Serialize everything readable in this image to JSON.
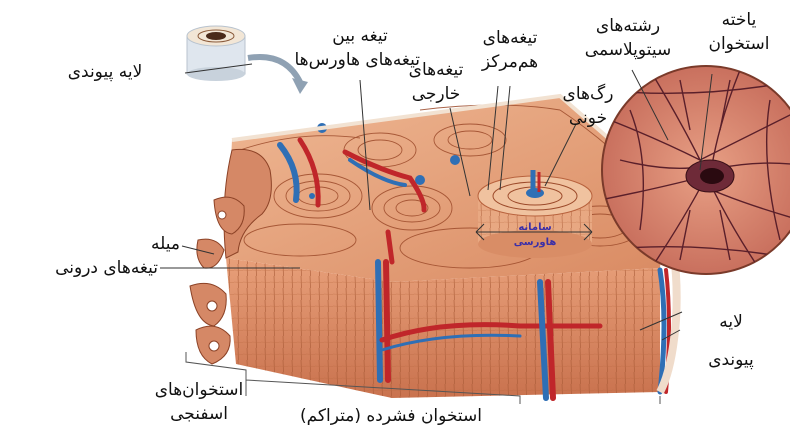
{
  "labels": {
    "periosteum_top": "لایه پیوندی",
    "interstitial_lamellae_1": "تیغه بین",
    "interstitial_lamellae_2": "تیغه‌های هاورس‌ها",
    "outer_lamellae_1": "تیغه‌های",
    "outer_lamellae_2": "خارجی",
    "concentric_lamellae_1": "تیغه‌های",
    "concentric_lamellae_2": "هم‌مرکز",
    "cytoplasmic_fibers_1": "رشته‌های",
    "cytoplasmic_fibers_2": "سیتوپلاسمی",
    "bone_cell_1": "یاخته",
    "bone_cell_2": "استخوان",
    "blood_vessels_1": "رگ‌های",
    "blood_vessels_2": "خونی",
    "trabecula": "میله",
    "inner_lamellae": "تیغه‌های درونی",
    "periosteum_right_1": "لایه",
    "periosteum_right_2": "پیوندی",
    "spongy_bone_1": "استخوان‌های",
    "spongy_bone_2": "اسفنجی",
    "compact_bone": "استخوان فشرده (متراکم)",
    "haversian_system_1": "سامانه",
    "haversian_system_2": "هاورسی"
  },
  "colors": {
    "bone_base": "#e39a72",
    "bone_dark": "#b8623d",
    "lamella_line": "#9c4a2a",
    "artery": "#c0262a",
    "vein": "#2f6fb5",
    "cell_bg": "#d97f6a",
    "cell_lines": "#5a1f2a",
    "label_text": "#111111"
  }
}
